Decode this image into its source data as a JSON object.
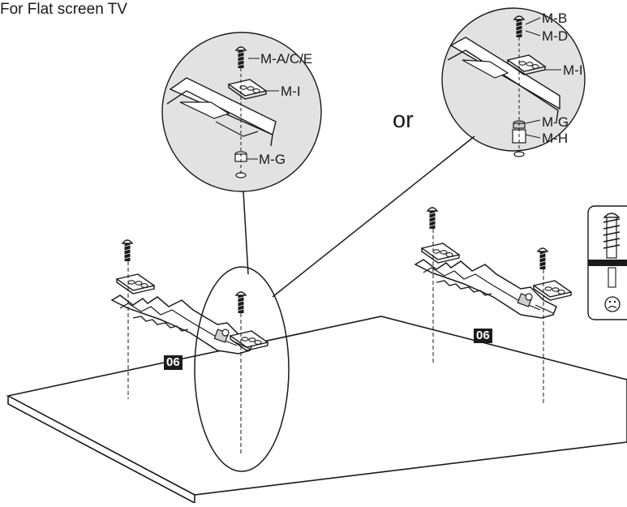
{
  "title": "For Flat screen TV",
  "or_text": "or",
  "step_badge": "06",
  "parts": {
    "left_zoom": {
      "screw": "M-A/C/E",
      "plate": "M-I",
      "spacer": "M-G"
    },
    "right_zoom": {
      "screw_1": "M-B",
      "screw_2": "M-D",
      "plate": "M-I",
      "spacer_1": "M-G",
      "spacer_2": "M-H"
    }
  },
  "warning_icon": "frown-face-icon",
  "colors": {
    "line": "#1a1a1a",
    "shade": "#cfcfcf",
    "badge": "#1c1c1c"
  }
}
